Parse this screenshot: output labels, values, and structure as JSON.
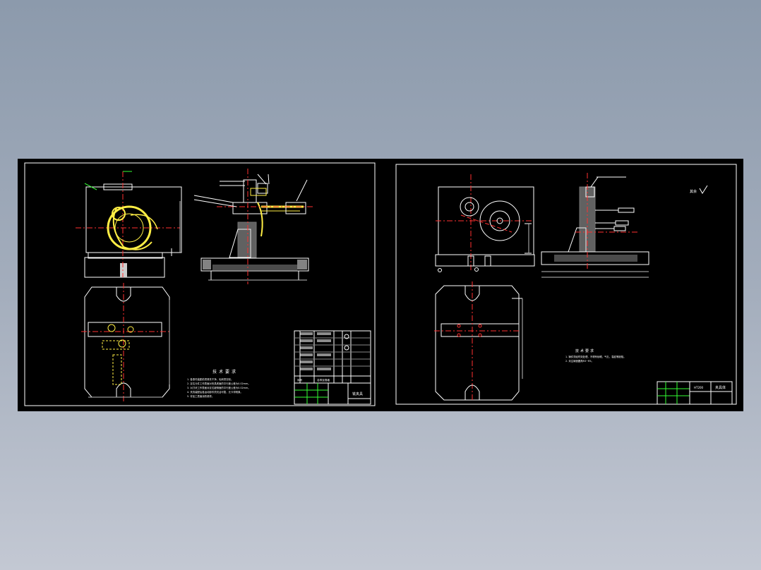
{
  "colors": {
    "background_top": "#8c9aac",
    "background_bottom": "#c3c8d3",
    "sheet": "#000000",
    "line_white": "#ffffff",
    "center_red": "#ff3030",
    "highlight_yellow": "#ffee44",
    "leader_green": "#33ff33",
    "dim_gray": "#bbbbbb",
    "hatch": "#d8d8d8"
  },
  "icons": [
    "roughness-symbol-icon"
  ],
  "assembly_sheet": {
    "title_block": {
      "name": "铣夹具",
      "label_left": "序号",
      "label_mid": "名称及规格"
    },
    "tech_requirements": {
      "heading": "技术要求",
      "lines": [
        "1. 各零件装配前须清洗干净，毛刺须去除。",
        "2. 定位元件工作表面对夹具底面的平行度公差为0.02mm。",
        "3. 对刀块工作表面对定位键侧面的平行度公差为0.02mm。",
        "4. 夹具装配后各运动部件须灵活可靠，无卡滞现象。",
        "5. 非加工表面涂防锈漆。"
      ]
    }
  },
  "part_sheet": {
    "title_block": {
      "name": "夹具体",
      "material": "HT200"
    },
    "tech_requirements": {
      "heading": "技术要求",
      "lines": [
        "1. 铸件须经时效处理，不得有砂眼、气孔、裂纹等缺陷。",
        "2. 未注铸造圆角R3~R5。"
      ]
    },
    "roughness_note": "其余"
  }
}
